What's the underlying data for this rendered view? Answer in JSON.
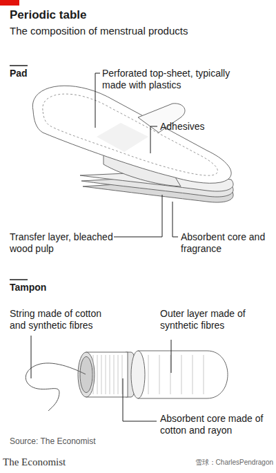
{
  "diagram": {
    "title": "Periodic table",
    "caption": "The composition of menstrual products",
    "labels": [
      "Pad",
      "Perforated top-sheet, typically made with plastics",
      "Adhesives",
      "Transfer layer, bleached wood pulp",
      "Absorbent core and fragrance",
      "Tampon",
      "String made of cotton and synthetic fibres",
      "Outer layer made of synthetic fibres",
      "Absorbent core made of cotton and rayon",
      "Source: The Economist",
      "The Economist",
      "雪球：CharlesPendragon"
    ]
  }
}
